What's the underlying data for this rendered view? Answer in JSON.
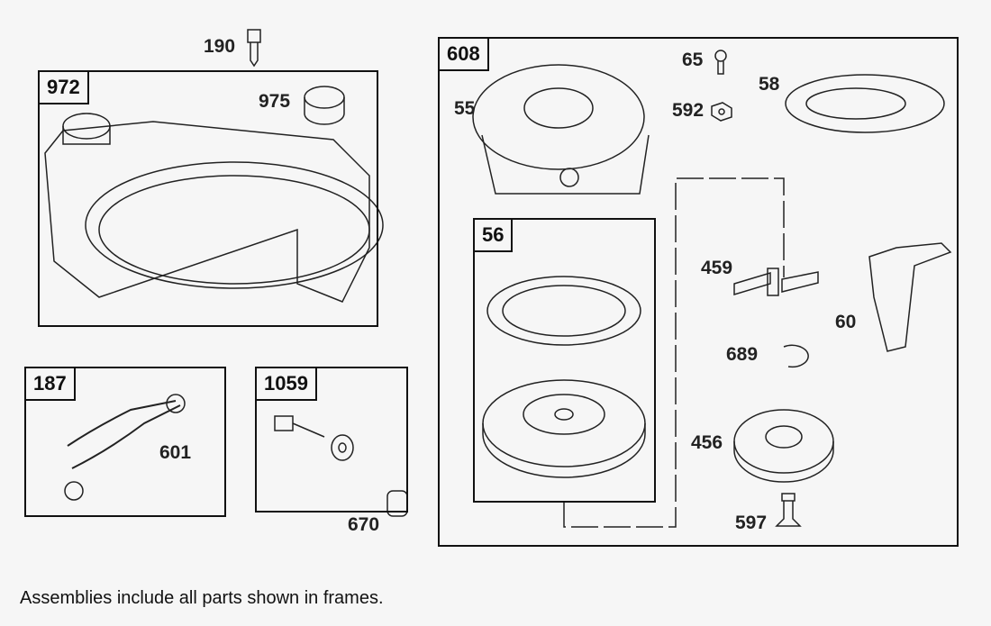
{
  "frames": {
    "f972": "972",
    "f187": "187",
    "f1059": "1059",
    "f608": "608",
    "f56": "56"
  },
  "parts": {
    "p190": "190",
    "p975": "975",
    "p601": "601",
    "p670": "670",
    "p65": "65",
    "p58": "58",
    "p55": "55",
    "p592": "592",
    "p459": "459",
    "p60": "60",
    "p689": "689",
    "p456": "456",
    "p597": "597"
  },
  "footer": "Assemblies include all parts shown in frames."
}
